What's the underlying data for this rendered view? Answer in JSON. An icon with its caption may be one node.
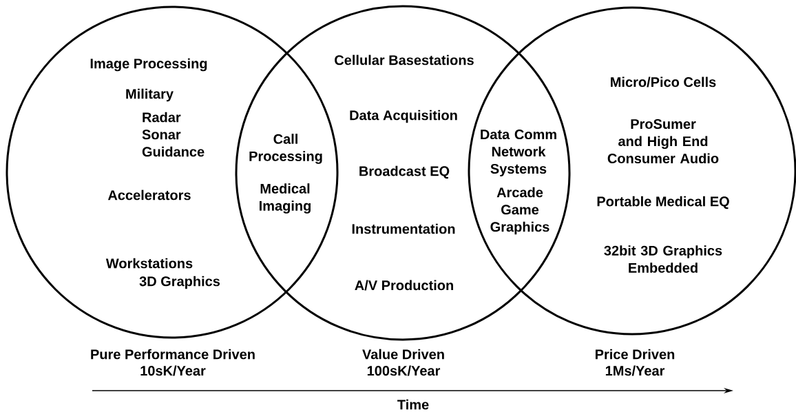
{
  "diagram": {
    "nodes": [
      {
        "text": [
          "Image Processing",
          "Military",
          "Radar Sonar Guidance",
          "Accelerators",
          "Workstations",
          "3D Graphics"
        ],
        "beside": [
          "Pure Performance Driven",
          "10sK/Year"
        ]
      },
      {
        "text": [
          "Cellular Basestations",
          "Data Acquisition",
          "Broadcast EQ",
          "Instrumentation",
          "A/V Production"
        ],
        "beside": [
          "Value Driven",
          "100sK/Year"
        ]
      },
      {
        "text": [
          "Micro/Pico Cells",
          "ProSumer and High End Consumer Audio",
          "Portable Medical EQ",
          "32bit 3D Graphics Embedded"
        ],
        "beside": [
          "Price Driven",
          "1Ms/Year"
        ]
      }
    ],
    "edges": [],
    "labels": [
      "Call Processing",
      "Medical Imaging",
      "Data Comm Network Systems",
      "Arcade Game Graphics",
      "Time"
    ]
  }
}
